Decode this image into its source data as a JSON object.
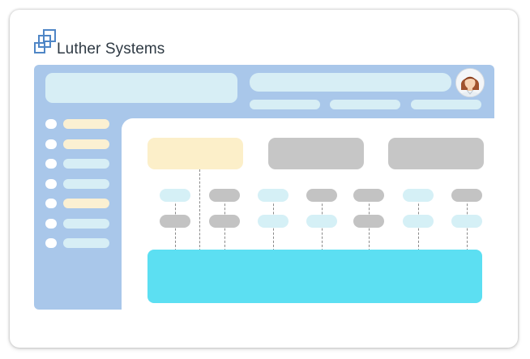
{
  "brand": {
    "name": "Luther Systems",
    "logo_icon": "overlapping-squares-logo"
  },
  "colors": {
    "app_frame": "#a9c7ea",
    "pill_light": "#d7eef5",
    "pill_cream": "#fbf0d2",
    "box_yellow": "#fcefc9",
    "box_gray": "#c6c6c6",
    "node_gray": "#c3c3c3",
    "node_cyan": "#d5f0f6",
    "target_cyan": "#5cdff2",
    "connector": "#8a8a8a"
  },
  "header": {
    "avatar_icon": "user-avatar-icon",
    "nav_items": 3
  },
  "sidebar": {
    "items": [
      {
        "tone": "cream"
      },
      {
        "tone": "cream"
      },
      {
        "tone": "light"
      },
      {
        "tone": "light"
      },
      {
        "tone": "cream"
      },
      {
        "tone": "light"
      },
      {
        "tone": "light"
      }
    ]
  },
  "diagram": {
    "source_boxes": [
      {
        "tone": "yellow"
      },
      {
        "tone": "gray"
      },
      {
        "tone": "gray"
      }
    ],
    "node_rows": [
      [
        "cyan",
        "gray",
        "cyan",
        "gray",
        "gray",
        "cyan",
        "gray"
      ],
      [
        "gray",
        "gray",
        "cyan",
        "cyan",
        "gray",
        "cyan",
        "cyan"
      ]
    ],
    "target": {
      "tone": "cyan"
    }
  }
}
